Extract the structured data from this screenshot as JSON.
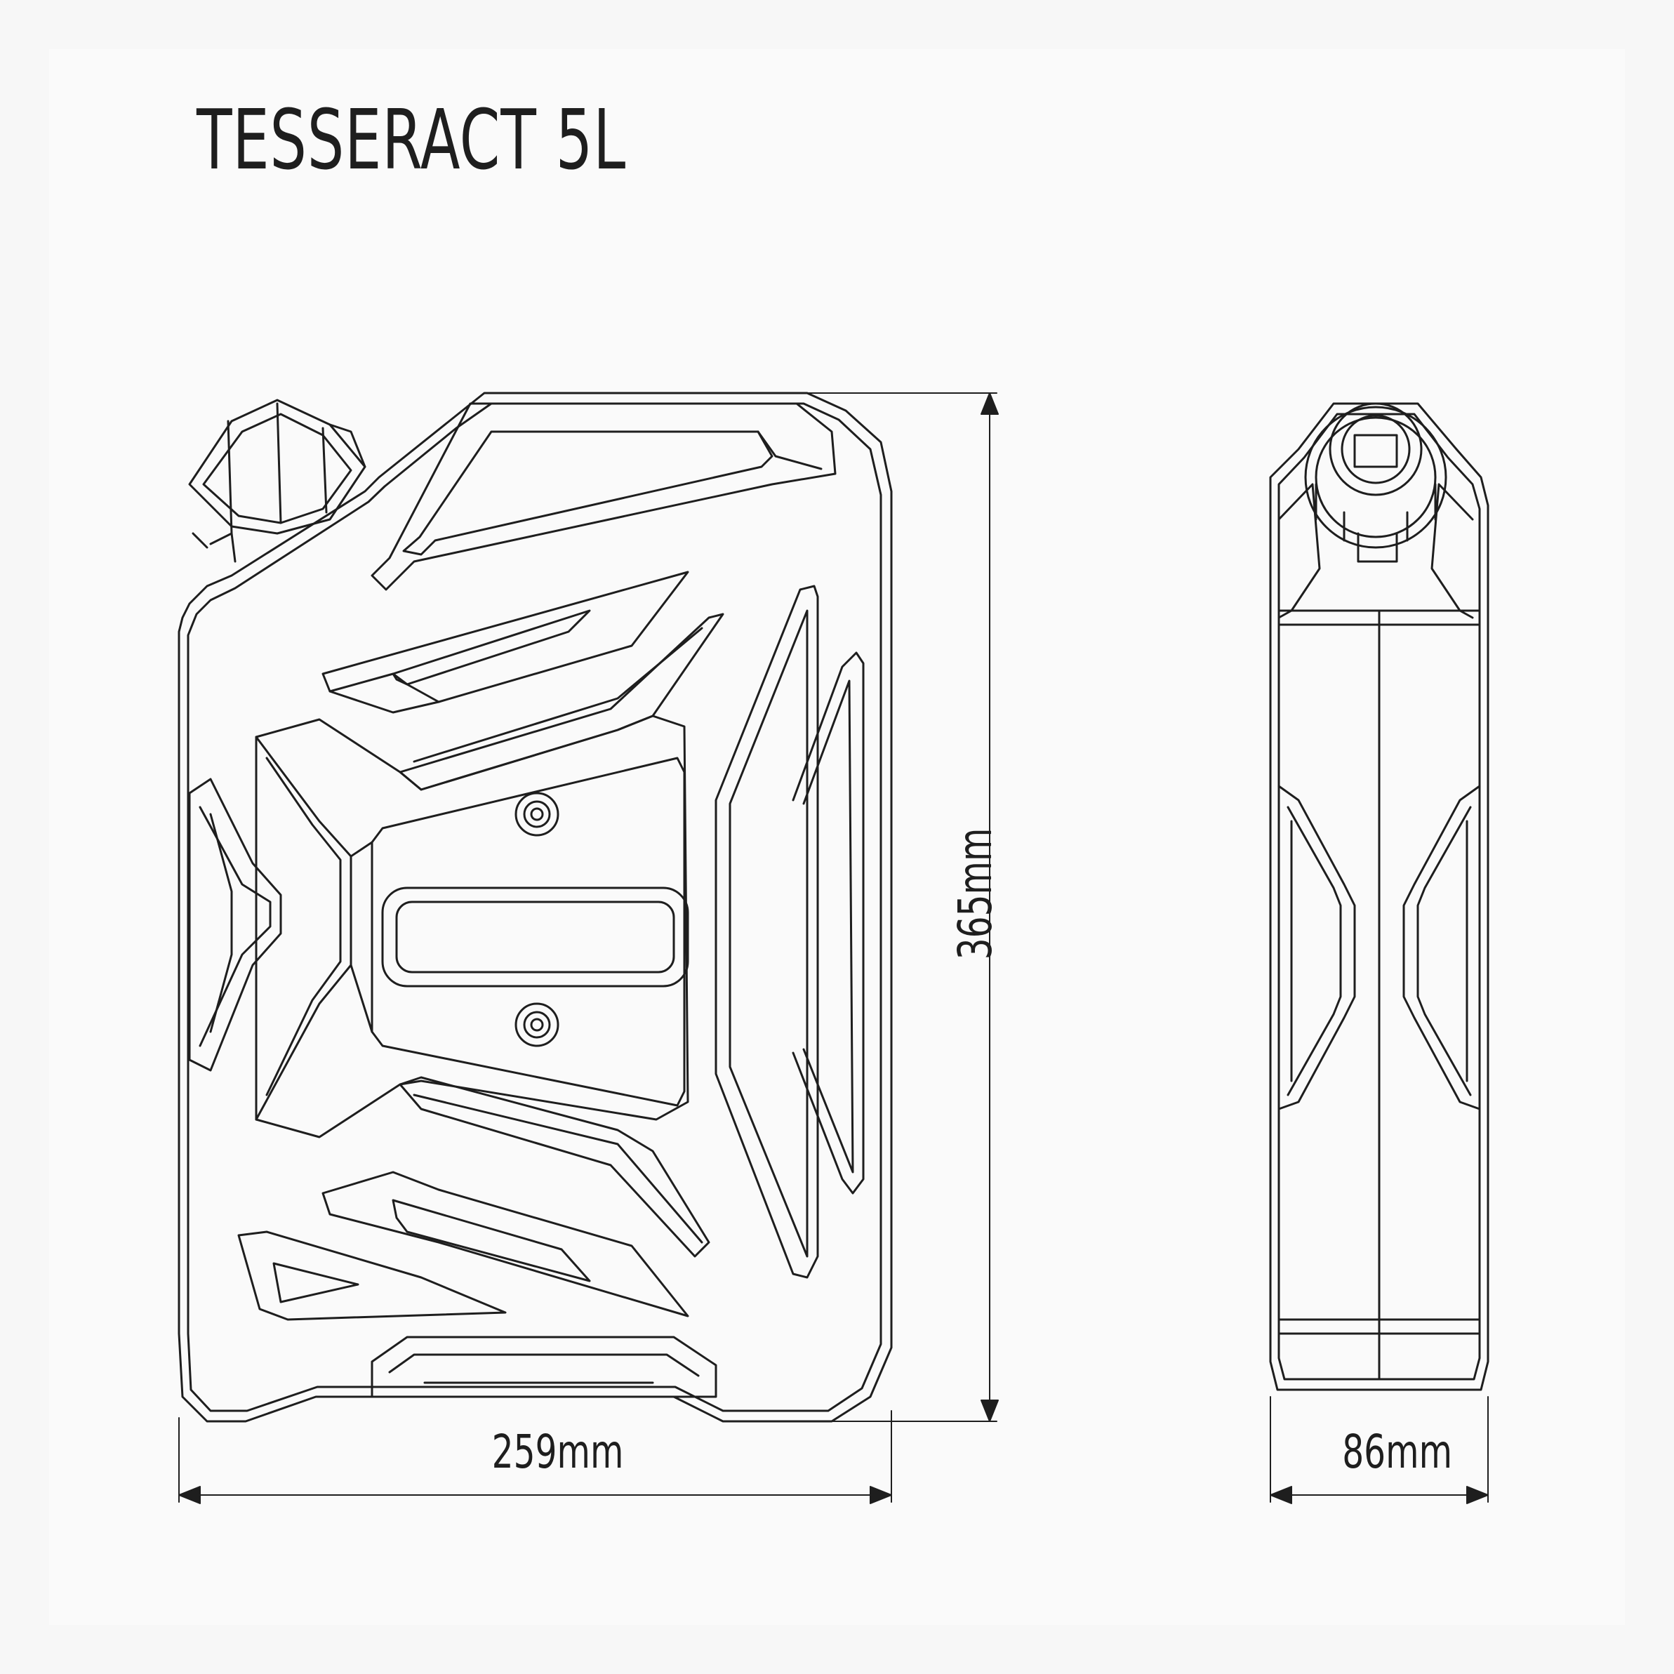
{
  "title": "TESSERACT 5L",
  "dimensions": {
    "width": "259mm",
    "height": "365mm",
    "depth": "86mm"
  }
}
